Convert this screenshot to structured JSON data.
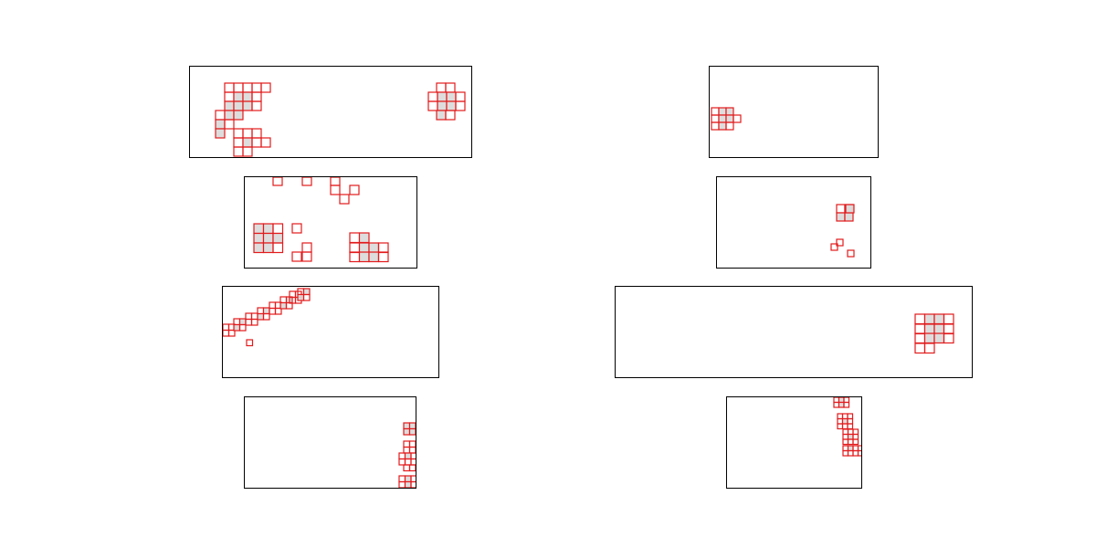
{
  "figure": {
    "colors": {
      "grid_stroke": "#e31a1c",
      "grid_fill": "#d9d9d9",
      "panel_border": "#000000",
      "background": "#ffffff"
    },
    "panels": [
      {
        "id": "panel-left-1",
        "fill_opacity": 0.9
      },
      {
        "id": "panel-right-1",
        "fill_opacity": 0.9
      },
      {
        "id": "panel-left-2",
        "fill_opacity": 0.9
      },
      {
        "id": "panel-right-2",
        "fill_opacity": 0.9
      },
      {
        "id": "panel-left-3",
        "fill_opacity": 0.9
      },
      {
        "id": "panel-right-3",
        "fill_opacity": 0.9
      },
      {
        "id": "panel-left-4",
        "fill_opacity": 0.9
      },
      {
        "id": "panel-right-4",
        "fill_opacity": 0.9
      }
    ]
  }
}
